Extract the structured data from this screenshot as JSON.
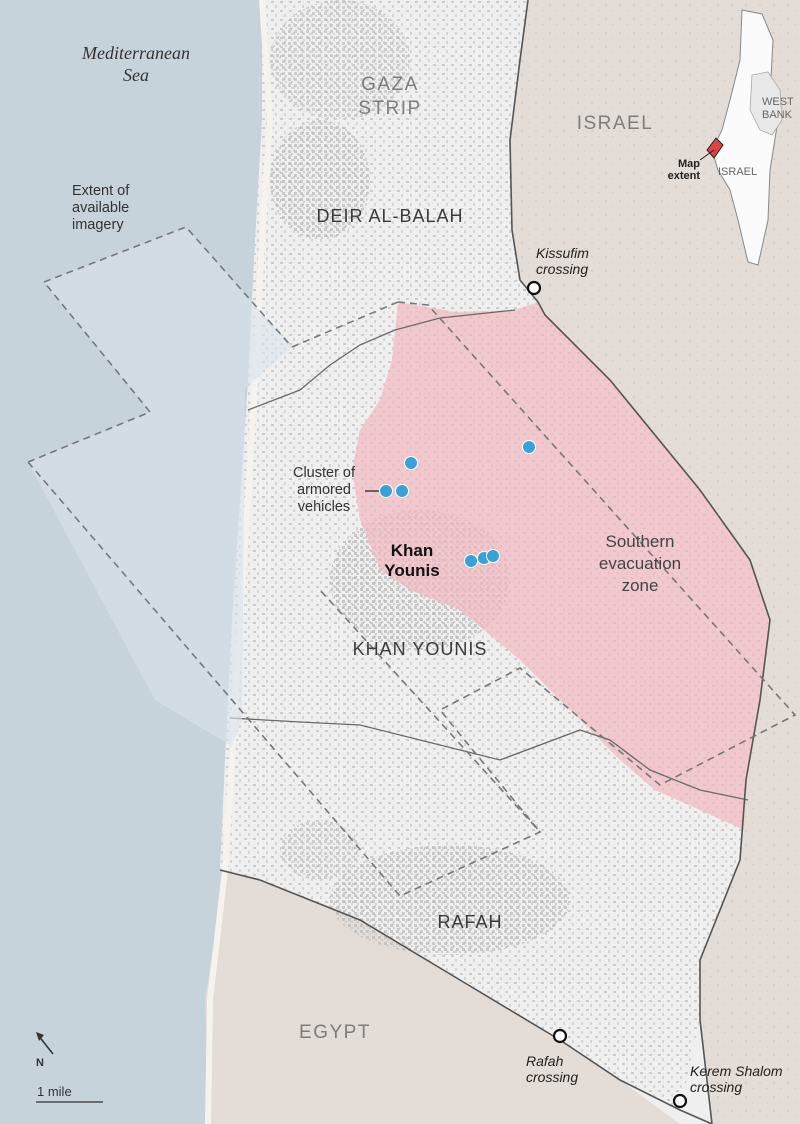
{
  "map": {
    "sea_label": "Mediterranean Sea",
    "imagery_note": "Extent of available imagery",
    "regions": {
      "gaza_strip": "GAZA STRIP",
      "israel": "ISRAEL",
      "deir_al_balah": "DEIR AL-BALAH",
      "khan_younis_governorate": "KHAN YOUNIS",
      "rafah": "RAFAH",
      "egypt": "EGYPT"
    },
    "city_label": "Khan Younis",
    "vehicles_note": "Cluster of armored vehicles",
    "evacuation_zone_label": "Southern evacuation zone",
    "crossings": {
      "kissufim": "Kissufim crossing",
      "rafah": "Rafah crossing",
      "kerem_shalom": "Kerem Shalom crossing"
    },
    "inset": {
      "west_bank": "WEST BANK",
      "israel": "ISRAEL",
      "map_extent": "Map extent"
    },
    "scale_label": "1 mile",
    "north_label": "N",
    "colors": {
      "sea": "#c7d3da",
      "land_israel_egypt": "#e4dcd6",
      "gaza_land": "#efefef",
      "evacuation_zone": "#f1b9c1",
      "vehicle_marker": "#3aa0d8",
      "imagery_extent_fill": "#d8e3ec"
    }
  }
}
